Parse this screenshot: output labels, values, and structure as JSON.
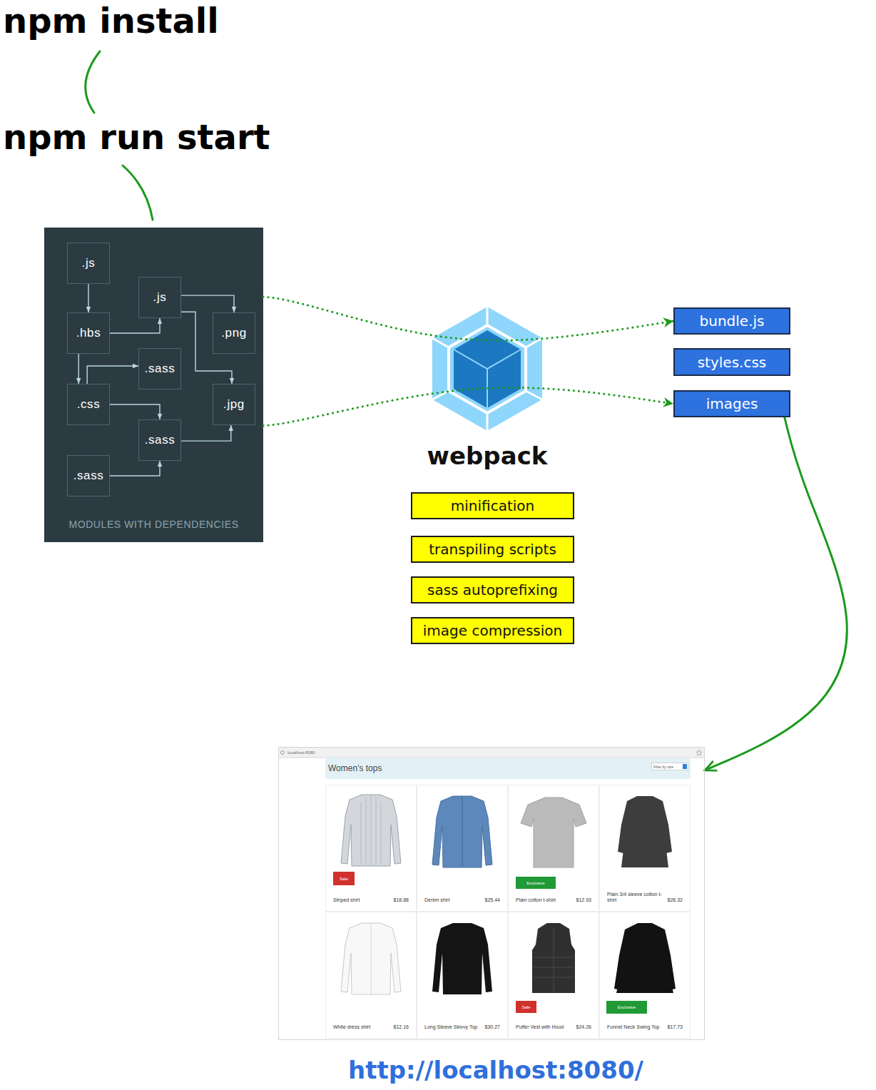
{
  "diagram": {
    "nodes": [
      {
        "text": [
          "MODULES WITH DEPENDENCIES"
        ]
      },
      {
        "text": [
          ".js"
        ],
        "in": 0
      },
      {
        "text": [
          ".js"
        ],
        "in": 0
      },
      {
        "text": [
          ".hbs"
        ],
        "in": 0
      },
      {
        "text": [
          ".png"
        ],
        "in": 0
      },
      {
        "text": [
          ".sass"
        ],
        "in": 0
      },
      {
        "text": [
          ".css"
        ],
        "in": 0
      },
      {
        "text": [
          ".jpg"
        ],
        "in": 0
      },
      {
        "text": [
          ".sass"
        ],
        "in": 0
      },
      {
        "text": [
          ".sass"
        ],
        "in": 0
      },
      {
        "text": [
          "webpack"
        ]
      },
      {
        "text": [
          "bundle.js"
        ]
      },
      {
        "text": [
          "styles.css"
        ]
      },
      {
        "text": [
          "images"
        ]
      },
      {
        "text": [
          "minification"
        ]
      },
      {
        "text": [
          "transpiling scripts"
        ]
      },
      {
        "text": [
          "sass autoprefixing"
        ]
      },
      {
        "text": [
          "image compression"
        ]
      },
      {
        "text": [
          "localhost:8080"
        ]
      },
      {
        "text": [
          "Women's tops"
        ],
        "in": 18
      },
      {
        "text": [
          "Filter by size"
        ],
        "in": 19
      },
      {
        "text": [
          "Striped shirt",
          "$18.88"
        ],
        "in": 18
      },
      {
        "text": [
          "Sale"
        ],
        "in": 21
      },
      {
        "text": [
          "Denim shirt",
          "$25.44"
        ],
        "in": 18
      },
      {
        "text": [
          "Plain cotton t-shirt",
          "$12.93"
        ],
        "in": 18
      },
      {
        "text": [
          "Exclusive"
        ],
        "in": 24
      },
      {
        "text": [
          "Plain 3/4 sleeve cotton t-shirt",
          "$26.32"
        ],
        "in": 18
      },
      {
        "text": [
          "White dress shirt",
          "$12.16"
        ],
        "in": 18
      },
      {
        "text": [
          "Long Sleeve Skivvy Top",
          "$30.27"
        ],
        "in": 18
      },
      {
        "text": [
          "Puffer Vest with Hood",
          "$24.26"
        ],
        "in": 18
      },
      {
        "text": [
          "Sale"
        ],
        "in": 29
      },
      {
        "text": [
          "Funnel Neck Swing Top",
          "$17.73"
        ],
        "in": 18
      },
      {
        "text": [
          "Exclusive"
        ],
        "in": 31
      }
    ],
    "edges": [
      {
        "from": 1,
        "to": 3,
        "arrow": "to"
      },
      {
        "from": 3,
        "to": 2,
        "arrow": "to"
      },
      {
        "from": 2,
        "to": 4,
        "arrow": "to"
      },
      {
        "from": 2,
        "to": 7,
        "arrow": "to"
      },
      {
        "from": 3,
        "to": 6,
        "arrow": "to"
      },
      {
        "from": 6,
        "to": 5,
        "arrow": "to"
      },
      {
        "from": 6,
        "to": 8,
        "arrow": "to"
      },
      {
        "from": 8,
        "to": 7,
        "arrow": "to"
      },
      {
        "from": 9,
        "to": 8,
        "arrow": "to"
      },
      {
        "from": 0,
        "to": 11,
        "arrow": "to"
      },
      {
        "from": 0,
        "to": 13,
        "arrow": "to"
      },
      {
        "from": 13,
        "to": 18,
        "arrow": "to"
      }
    ],
    "labels": [
      "npm install",
      "npm run start",
      "http://localhost:8080/"
    ]
  }
}
